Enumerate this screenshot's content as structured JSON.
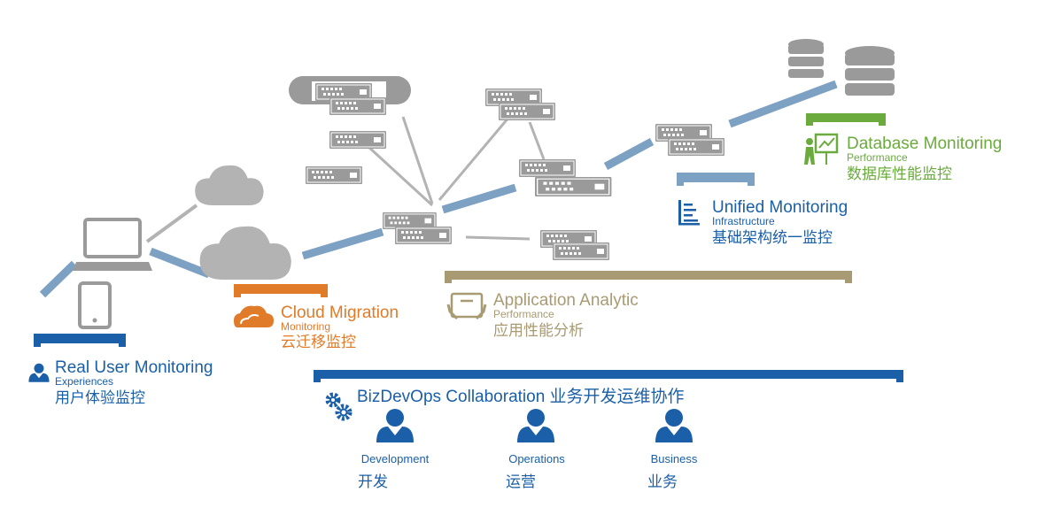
{
  "colors": {
    "blue": "#1a5fa8",
    "steel": "#7da1c2",
    "gray": "#b3b3b3",
    "darkgray": "#9a9a9a",
    "orange": "#e07b29",
    "tan": "#a89a72",
    "green": "#6bab3d"
  },
  "sections": {
    "rum": {
      "title": "Real User Monitoring",
      "sub": "Experiences",
      "cn": "用户体验监控",
      "icon": "user-icon"
    },
    "cloud": {
      "title": "Cloud Migration",
      "sub": "Monitoring",
      "cn": "云迁移监控",
      "icon": "cloud-icon"
    },
    "app": {
      "title": "Application Analytic",
      "sub": "Performance",
      "cn": "应用性能分析",
      "icon": "touch-screen-icon"
    },
    "infra": {
      "title": "Unified Monitoring",
      "sub": "Infrastructure",
      "cn": "基础架构统一监控",
      "icon": "document-icon"
    },
    "db": {
      "title": "Database Monitoring",
      "sub": "Performance",
      "cn": "数据库性能监控",
      "icon": "presenter-chart-icon"
    },
    "bizdevops": {
      "title": "BizDevOps Collaboration 业务开发运维协作",
      "icon": "gears-icon"
    }
  },
  "roles": [
    {
      "en": "Development",
      "cn": "开发"
    },
    {
      "en": "Operations",
      "cn": "运营"
    },
    {
      "en": "Business",
      "cn": "业务"
    }
  ]
}
